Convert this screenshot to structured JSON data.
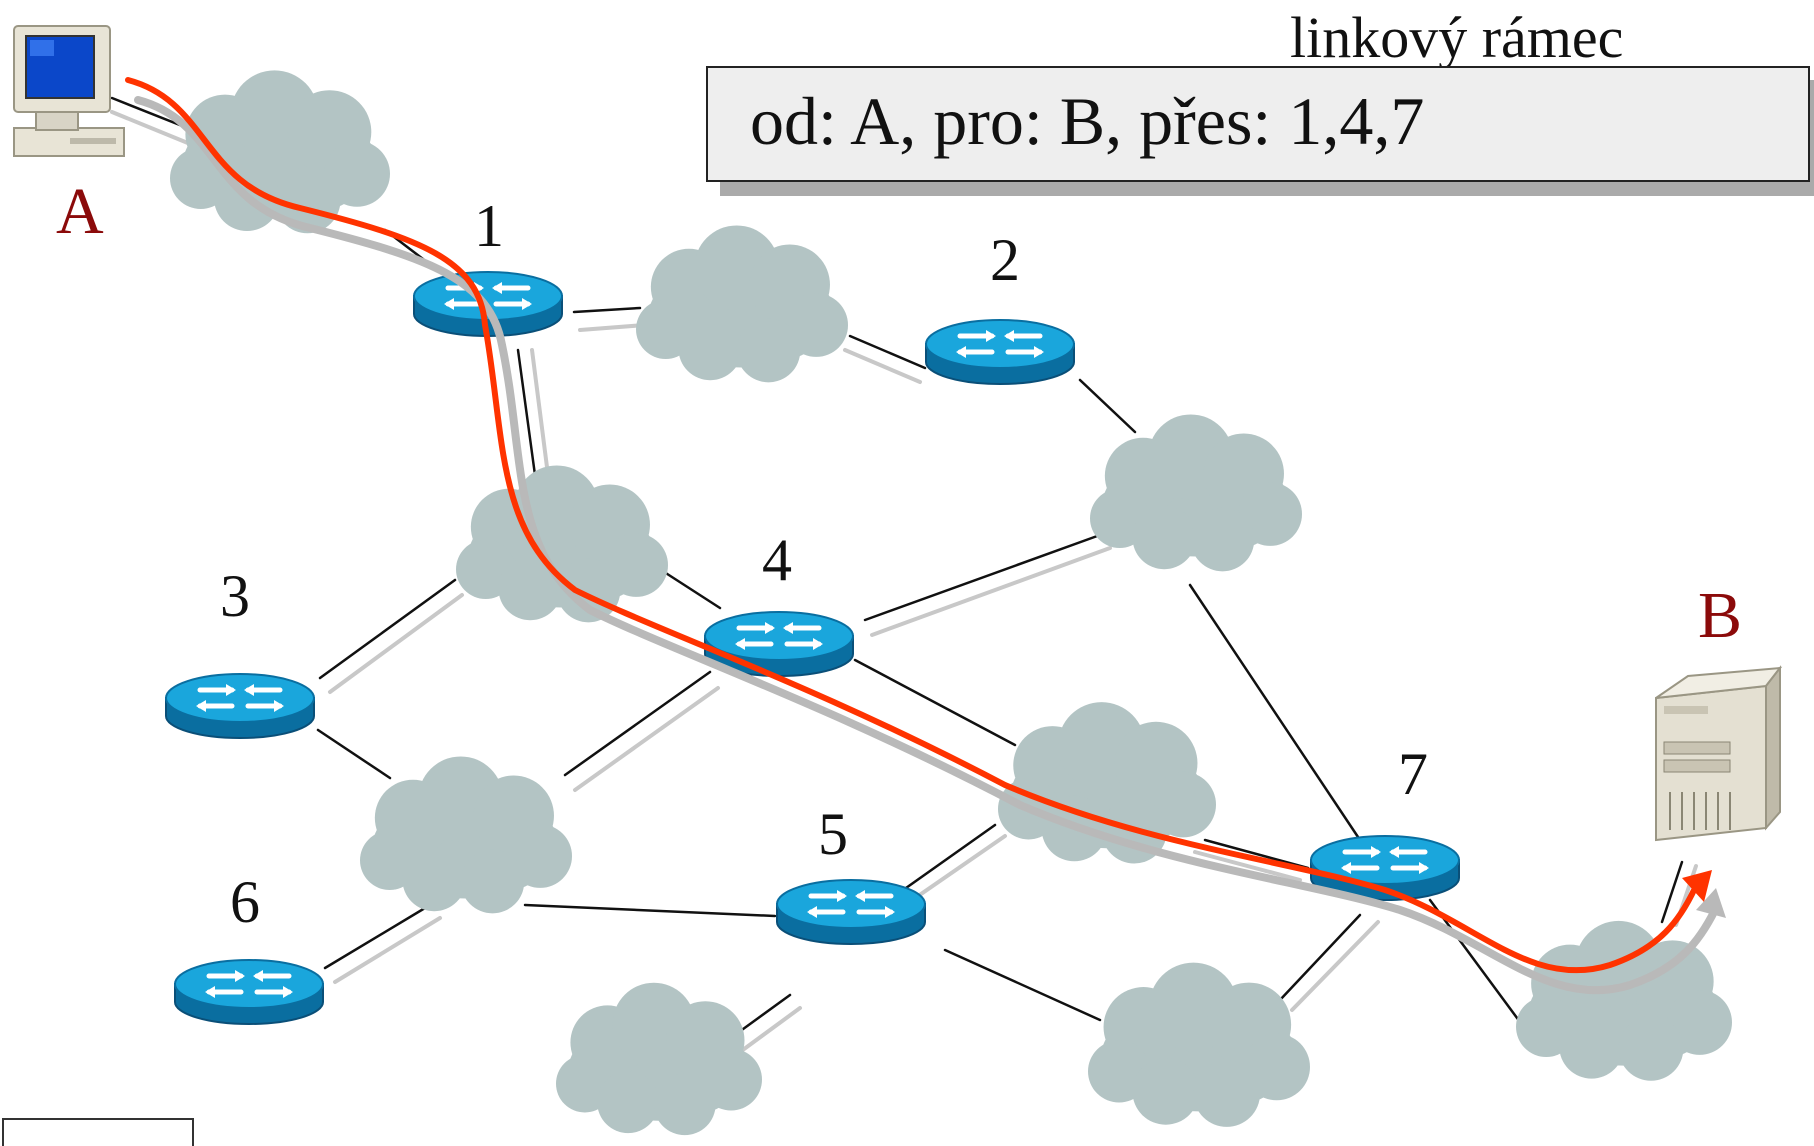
{
  "frame": {
    "title": "linkový rámec",
    "content": "od: A, pro: B, přes: 1,4,7"
  },
  "hosts": {
    "a_label": "A",
    "b_label": "B"
  },
  "routers": [
    {
      "id": "1",
      "label": "1"
    },
    {
      "id": "2",
      "label": "2"
    },
    {
      "id": "3",
      "label": "3"
    },
    {
      "id": "4",
      "label": "4"
    },
    {
      "id": "5",
      "label": "5"
    },
    {
      "id": "6",
      "label": "6"
    },
    {
      "id": "7",
      "label": "7"
    }
  ],
  "path": {
    "via": [
      "1",
      "4",
      "7"
    ],
    "color": "#ff3300"
  },
  "colors": {
    "router": "#1aa6dc",
    "cloud": "#b3c4c4",
    "host_label": "#8b0a0a",
    "path": "#ff3300"
  }
}
